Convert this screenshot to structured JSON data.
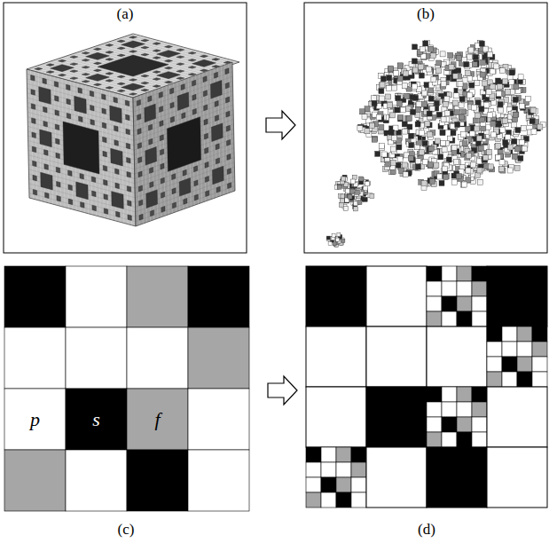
{
  "diagram": {
    "nodes": [
      {
        "text": [
          "p"
        ]
      },
      {
        "text": [
          "s"
        ]
      },
      {
        "text": [
          "f"
        ]
      }
    ],
    "labels": [
      "(a)",
      "(b)",
      "(c)",
      "(d)"
    ]
  }
}
